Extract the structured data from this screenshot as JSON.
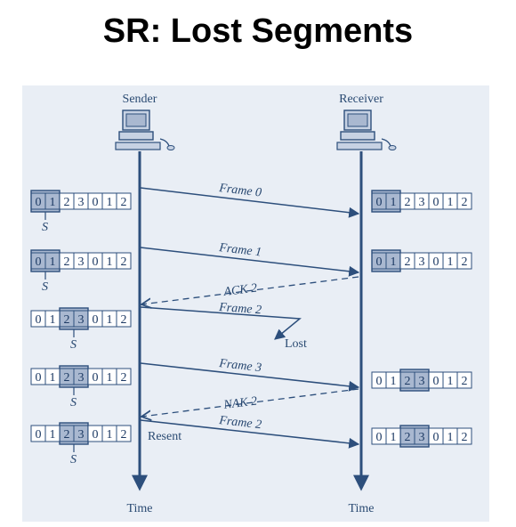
{
  "title": "SR: Lost Segments",
  "sender_label": "Sender",
  "receiver_label": "Receiver",
  "time_label_left": "Time",
  "time_label_right": "Time",
  "window_digits": [
    "0",
    "1",
    "2",
    "3",
    "0",
    "1",
    "2"
  ],
  "pointer_label": "S",
  "lost_label": "Lost",
  "resent_label": "Resent",
  "colors": {
    "line": "#2d4f7c",
    "highlight": "#a9b8d0",
    "bg": "#e9eef5",
    "cell_border": "#2d4f7c"
  },
  "messages": [
    {
      "label": "Frame 0",
      "style": "solid",
      "direction": "to-receiver"
    },
    {
      "label": "Frame 1",
      "style": "solid",
      "direction": "to-receiver"
    },
    {
      "label": "ACK 2",
      "style": "dashed",
      "direction": "to-sender"
    },
    {
      "label": "Frame 2",
      "style": "solid",
      "direction": "lost"
    },
    {
      "label": "Frame 3",
      "style": "solid",
      "direction": "to-receiver"
    },
    {
      "label": "NAK 2",
      "style": "dashed",
      "direction": "to-sender"
    },
    {
      "label": "Frame 2",
      "style": "solid",
      "direction": "to-receiver"
    }
  ],
  "sender_windows": [
    {
      "highlight": [
        0,
        1
      ]
    },
    {
      "highlight": [
        0,
        1
      ]
    },
    {
      "highlight": [
        2,
        3
      ]
    },
    {
      "highlight": [
        2,
        3
      ]
    },
    {
      "highlight": [
        2,
        3
      ]
    }
  ],
  "receiver_windows": [
    {
      "highlight": [
        0,
        1
      ]
    },
    {
      "highlight": [
        0,
        1
      ]
    },
    {
      "highlight": [
        2,
        3
      ]
    },
    {
      "highlight": [
        2,
        3
      ]
    }
  ]
}
